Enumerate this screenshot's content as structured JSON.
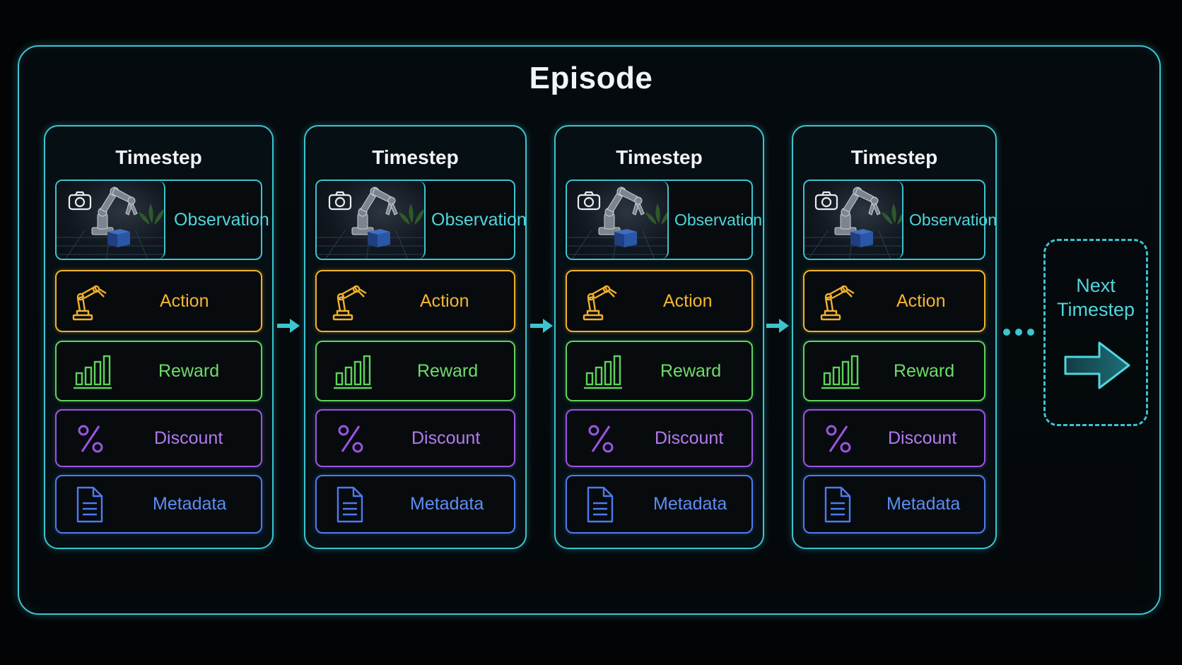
{
  "episode": {
    "title": "Episode"
  },
  "timesteps": [
    {
      "title": "Timestep",
      "observation": "Observation",
      "action": "Action",
      "reward": "Reward",
      "discount": "Discount",
      "metadata": "Metadata"
    },
    {
      "title": "Timestep",
      "observation": "Observation",
      "action": "Action",
      "reward": "Reward",
      "discount": "Discount",
      "metadata": "Metadata"
    },
    {
      "title": "Timestep",
      "observation": "Observation",
      "action": "Action",
      "reward": "Reward",
      "discount": "Discount",
      "metadata": "Metadata"
    },
    {
      "title": "Timestep",
      "observation": "Observation",
      "action": "Action",
      "reward": "Reward",
      "discount": "Discount",
      "metadata": "Metadata"
    }
  ],
  "next": {
    "line1": "Next",
    "line2": "Timestep"
  },
  "icons": {
    "observation": "camera-icon",
    "action": "robot-arm-icon",
    "reward": "bar-chart-icon",
    "discount": "percent-icon",
    "metadata": "document-icon"
  },
  "colors": {
    "accent": "#3cc4cf",
    "action": "#f2b12c",
    "reward": "#5fd25b",
    "discount": "#9a55e0",
    "metadata": "#4f7af0"
  }
}
